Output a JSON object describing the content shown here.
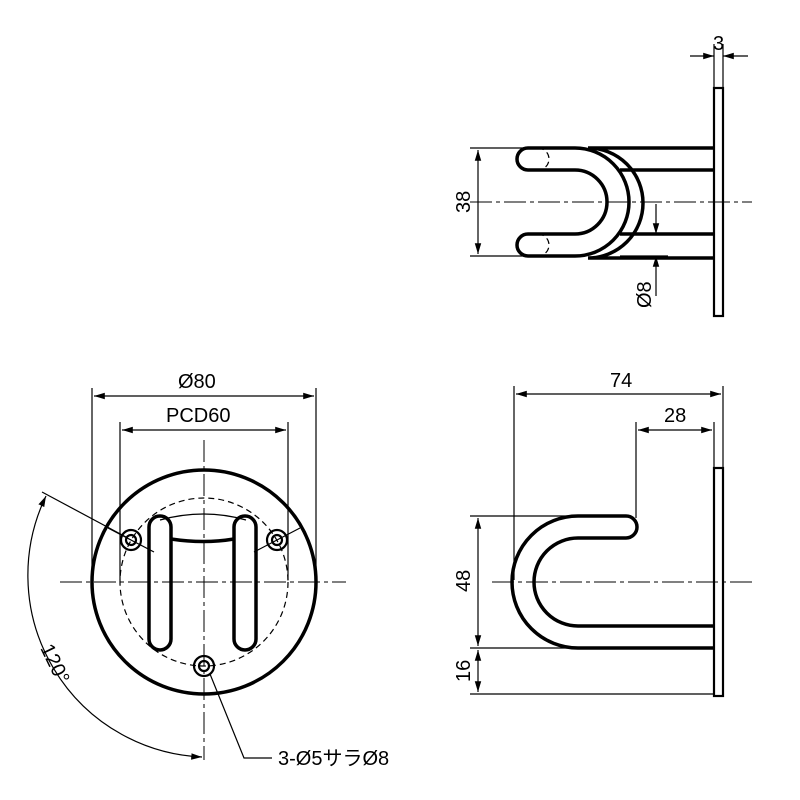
{
  "dimensions": {
    "plate_thickness": "3",
    "front_height": "38",
    "rod_diameter": "Ø8",
    "plate_diameter": "Ø80",
    "pitch_circle": "PCD60",
    "angle": "120°",
    "holes": "3-Ø5サラØ8",
    "depth": "74",
    "tip_offset": "28",
    "hook_height": "48",
    "base_offset": "16"
  }
}
